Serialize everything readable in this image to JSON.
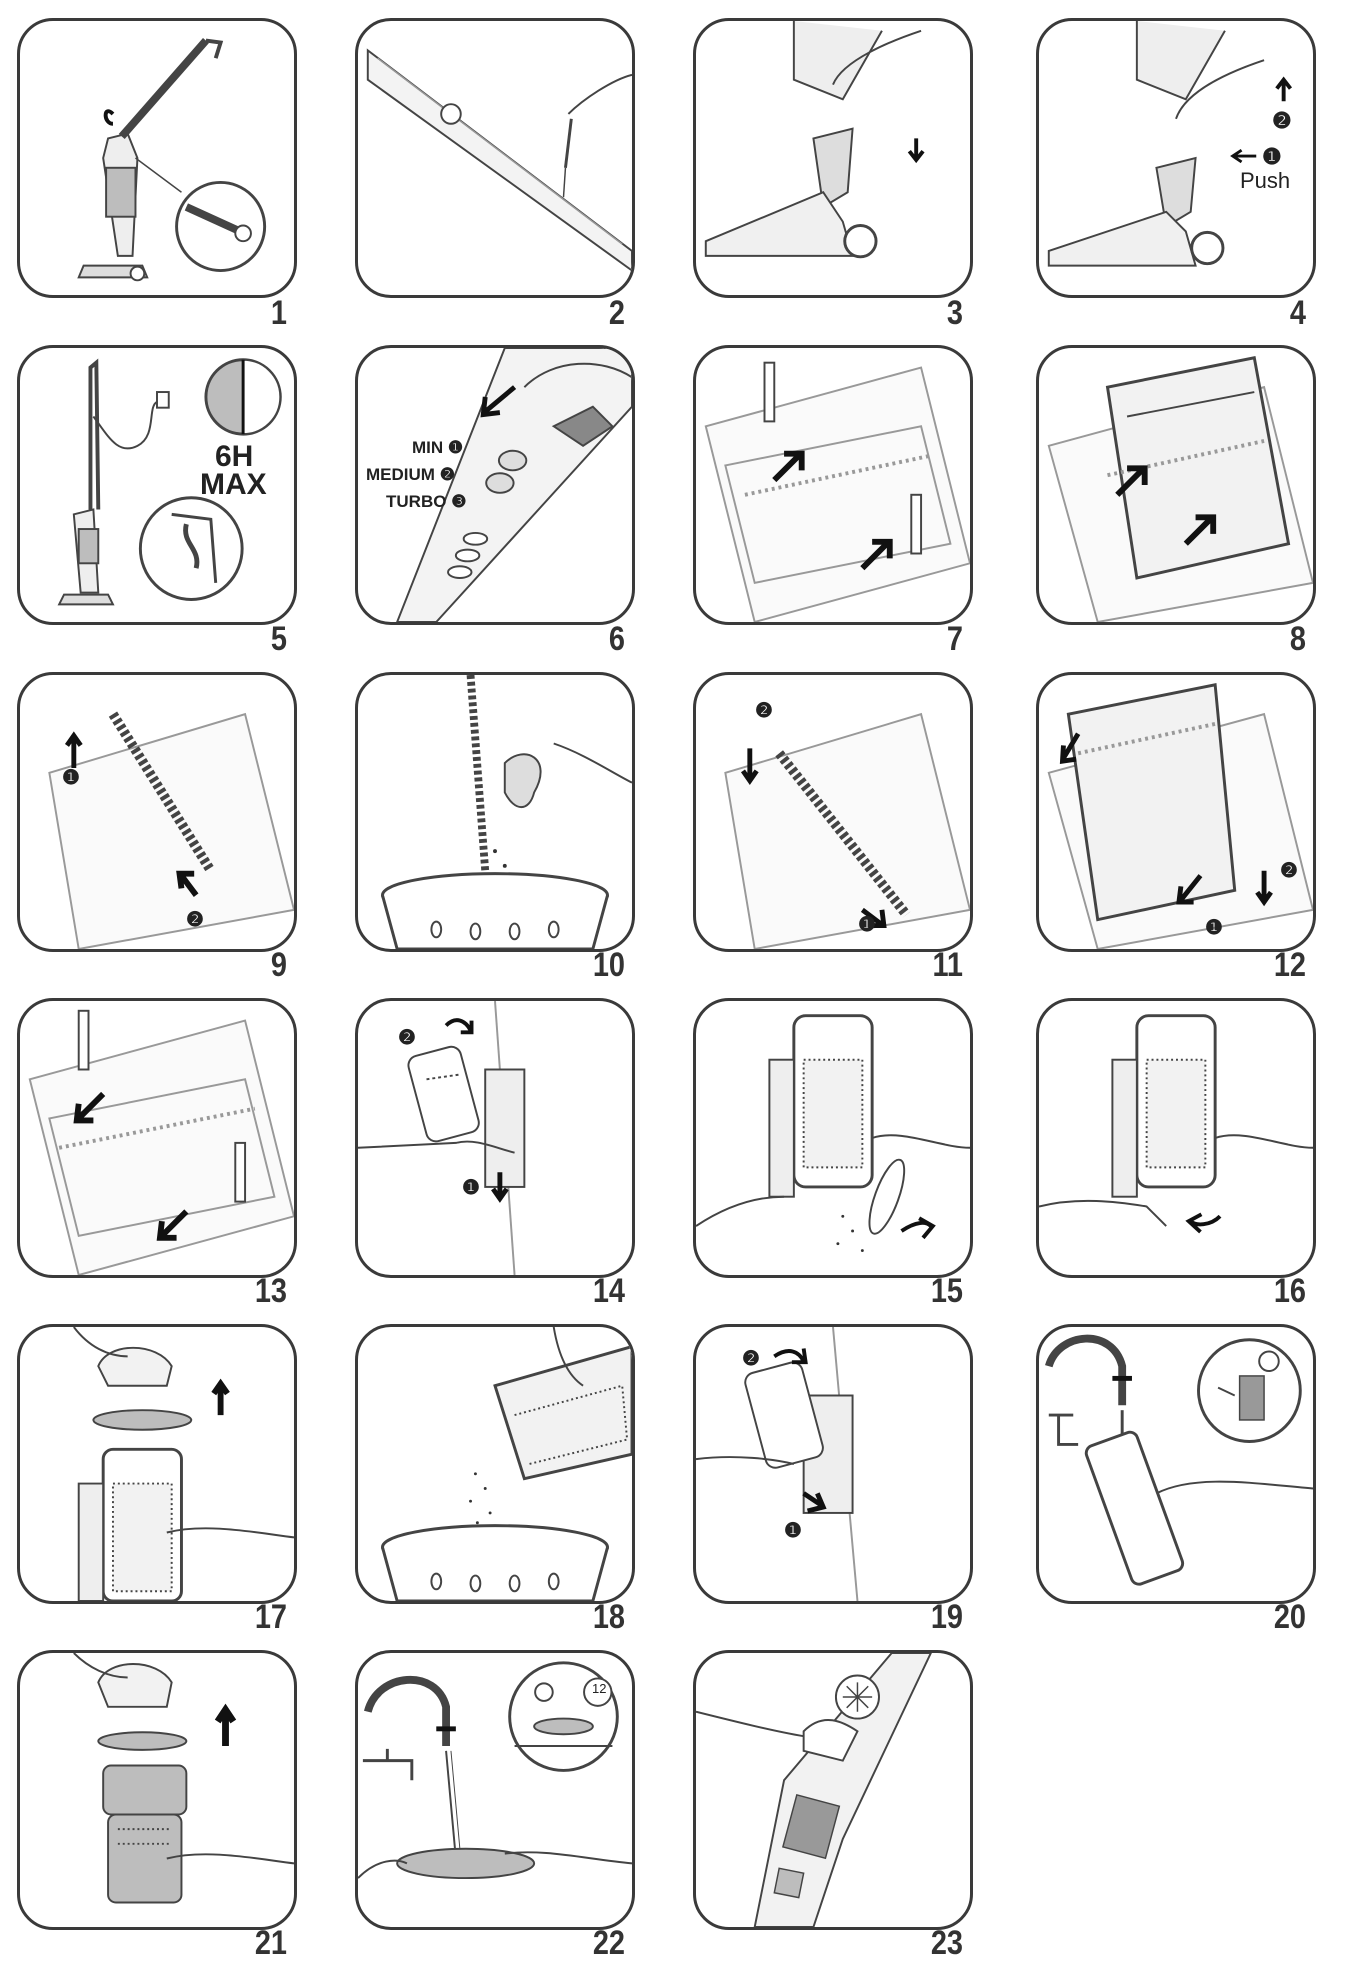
{
  "steps": [
    {
      "number": "1"
    },
    {
      "number": "2"
    },
    {
      "number": "3"
    },
    {
      "number": "4"
    },
    {
      "number": "5"
    },
    {
      "number": "6"
    },
    {
      "number": "7"
    },
    {
      "number": "8"
    },
    {
      "number": "9"
    },
    {
      "number": "10"
    },
    {
      "number": "11"
    },
    {
      "number": "12"
    },
    {
      "number": "13"
    },
    {
      "number": "14"
    },
    {
      "number": "15"
    },
    {
      "number": "16"
    },
    {
      "number": "17"
    },
    {
      "number": "18"
    },
    {
      "number": "19"
    },
    {
      "number": "20"
    },
    {
      "number": "21"
    },
    {
      "number": "22"
    },
    {
      "number": "23"
    }
  ],
  "labels": {
    "push": "Push",
    "charge_hours": "6H",
    "charge_max": "MAX",
    "speed_min": "MIN",
    "speed_medium": "MEDIUM",
    "speed_turbo": "TURBO",
    "timer_12": "12",
    "marker_1": "❶",
    "marker_2": "❷",
    "marker_3": "❸"
  },
  "colors": {
    "frame": "#3a3a3a",
    "line": "#444444",
    "fill_gray": "#bdbdbd",
    "arrow": "#111111"
  }
}
